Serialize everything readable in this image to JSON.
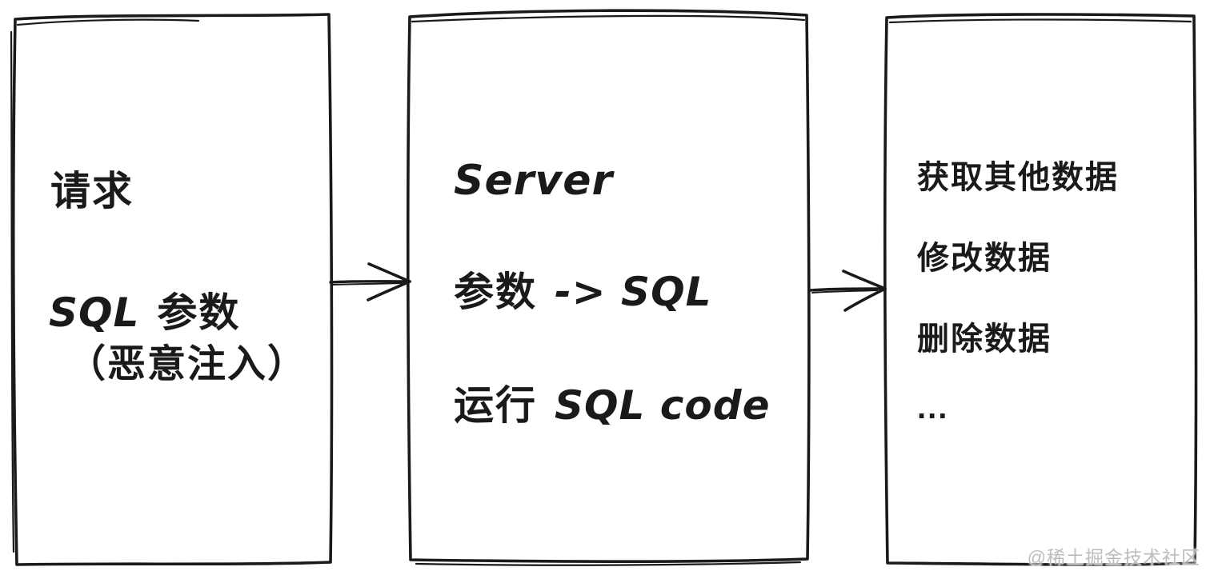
{
  "canvas": {
    "background_color": "#ffffff",
    "ink_color": "#1a1a1a",
    "watermark_color": "#bdbdbd"
  },
  "diagram_type": "flow",
  "boxes": {
    "request": {
      "line1": "请求",
      "line2_en": "SQL",
      "line2_zh": "参数",
      "line3": "（恶意注入）"
    },
    "server": {
      "line1": "Server",
      "line2_zh": "参数",
      "line2_en": "-> SQL",
      "line3_zh": "运行",
      "line3_en": "SQL code"
    },
    "impact": {
      "line1": "获取其他数据",
      "line2": "修改数据",
      "line3": "删除数据",
      "line4": "..."
    }
  },
  "arrows": [
    {
      "name": "request-to-server",
      "direction": "right"
    },
    {
      "name": "server-to-impact",
      "direction": "right"
    }
  ],
  "watermark": "@稀土掘金技术社区"
}
